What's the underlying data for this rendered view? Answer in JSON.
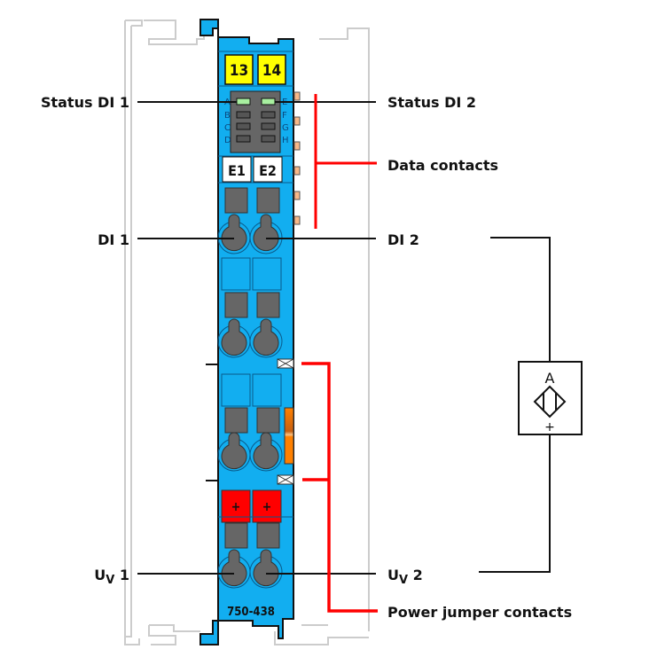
{
  "module": {
    "part_number": "750-438",
    "marker_left": "13",
    "marker_right": "14",
    "channel_left": "E1",
    "channel_right": "E2",
    "led_letters_left": [
      "A",
      "B",
      "C",
      "D"
    ],
    "led_letters_right": [
      "E",
      "F",
      "G",
      "H"
    ],
    "power_plus_left": "+",
    "power_plus_right": "+",
    "colors": {
      "body": "#12aef0",
      "marker": "#ffff00",
      "led_on": "#a8f0a0",
      "power_terminal": "#ff0000",
      "fuse": "#ff8000",
      "contact": "#f8b888",
      "callout_red": "#ff0000"
    }
  },
  "labels": {
    "status_di1": "Status DI 1",
    "status_di2": "Status DI 2",
    "data_contacts": "Data contacts",
    "di1": "DI 1",
    "di2": "DI 2",
    "uv1_main": "U",
    "uv1_sub": "V",
    "uv1_num": " 1",
    "uv2_main": "U",
    "uv2_sub": "V",
    "uv2_num": " 2",
    "power_jumper_contacts": "Power jumper contacts"
  },
  "sensor": {
    "terminal_top": "A",
    "terminal_bottom": "+"
  }
}
